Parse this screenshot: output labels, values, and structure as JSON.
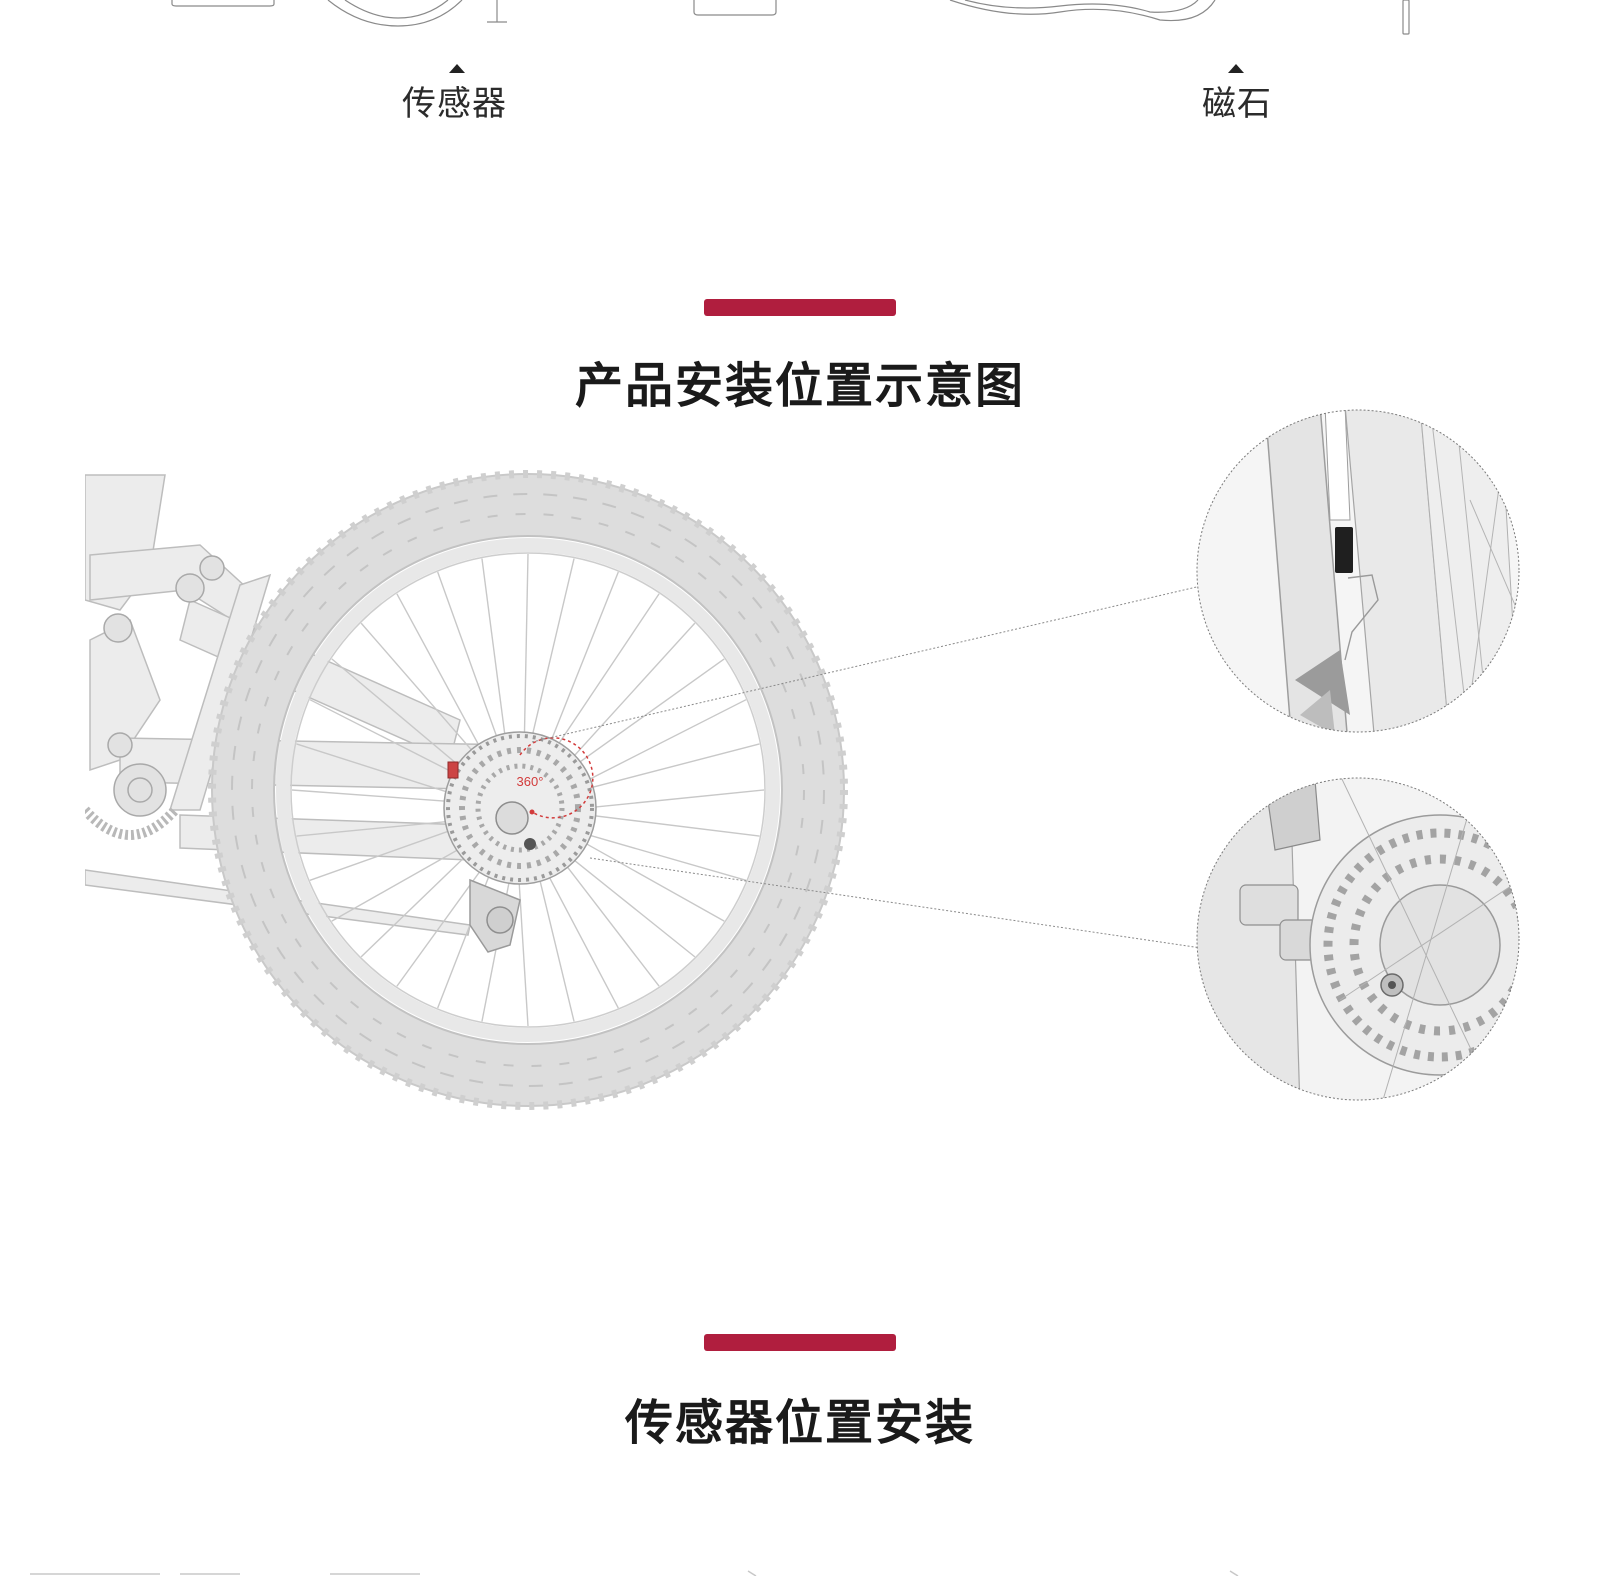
{
  "top_parts": {
    "sensor_label": "传感器",
    "magnet_label": "磁石"
  },
  "section_install_position": {
    "title": "产品安装位置示意图",
    "angle_label": "360°"
  },
  "section_sensor_install": {
    "title": "传感器位置安装"
  },
  "colors": {
    "accent": "#b01e3e",
    "line_art": "#bdbdbd"
  }
}
